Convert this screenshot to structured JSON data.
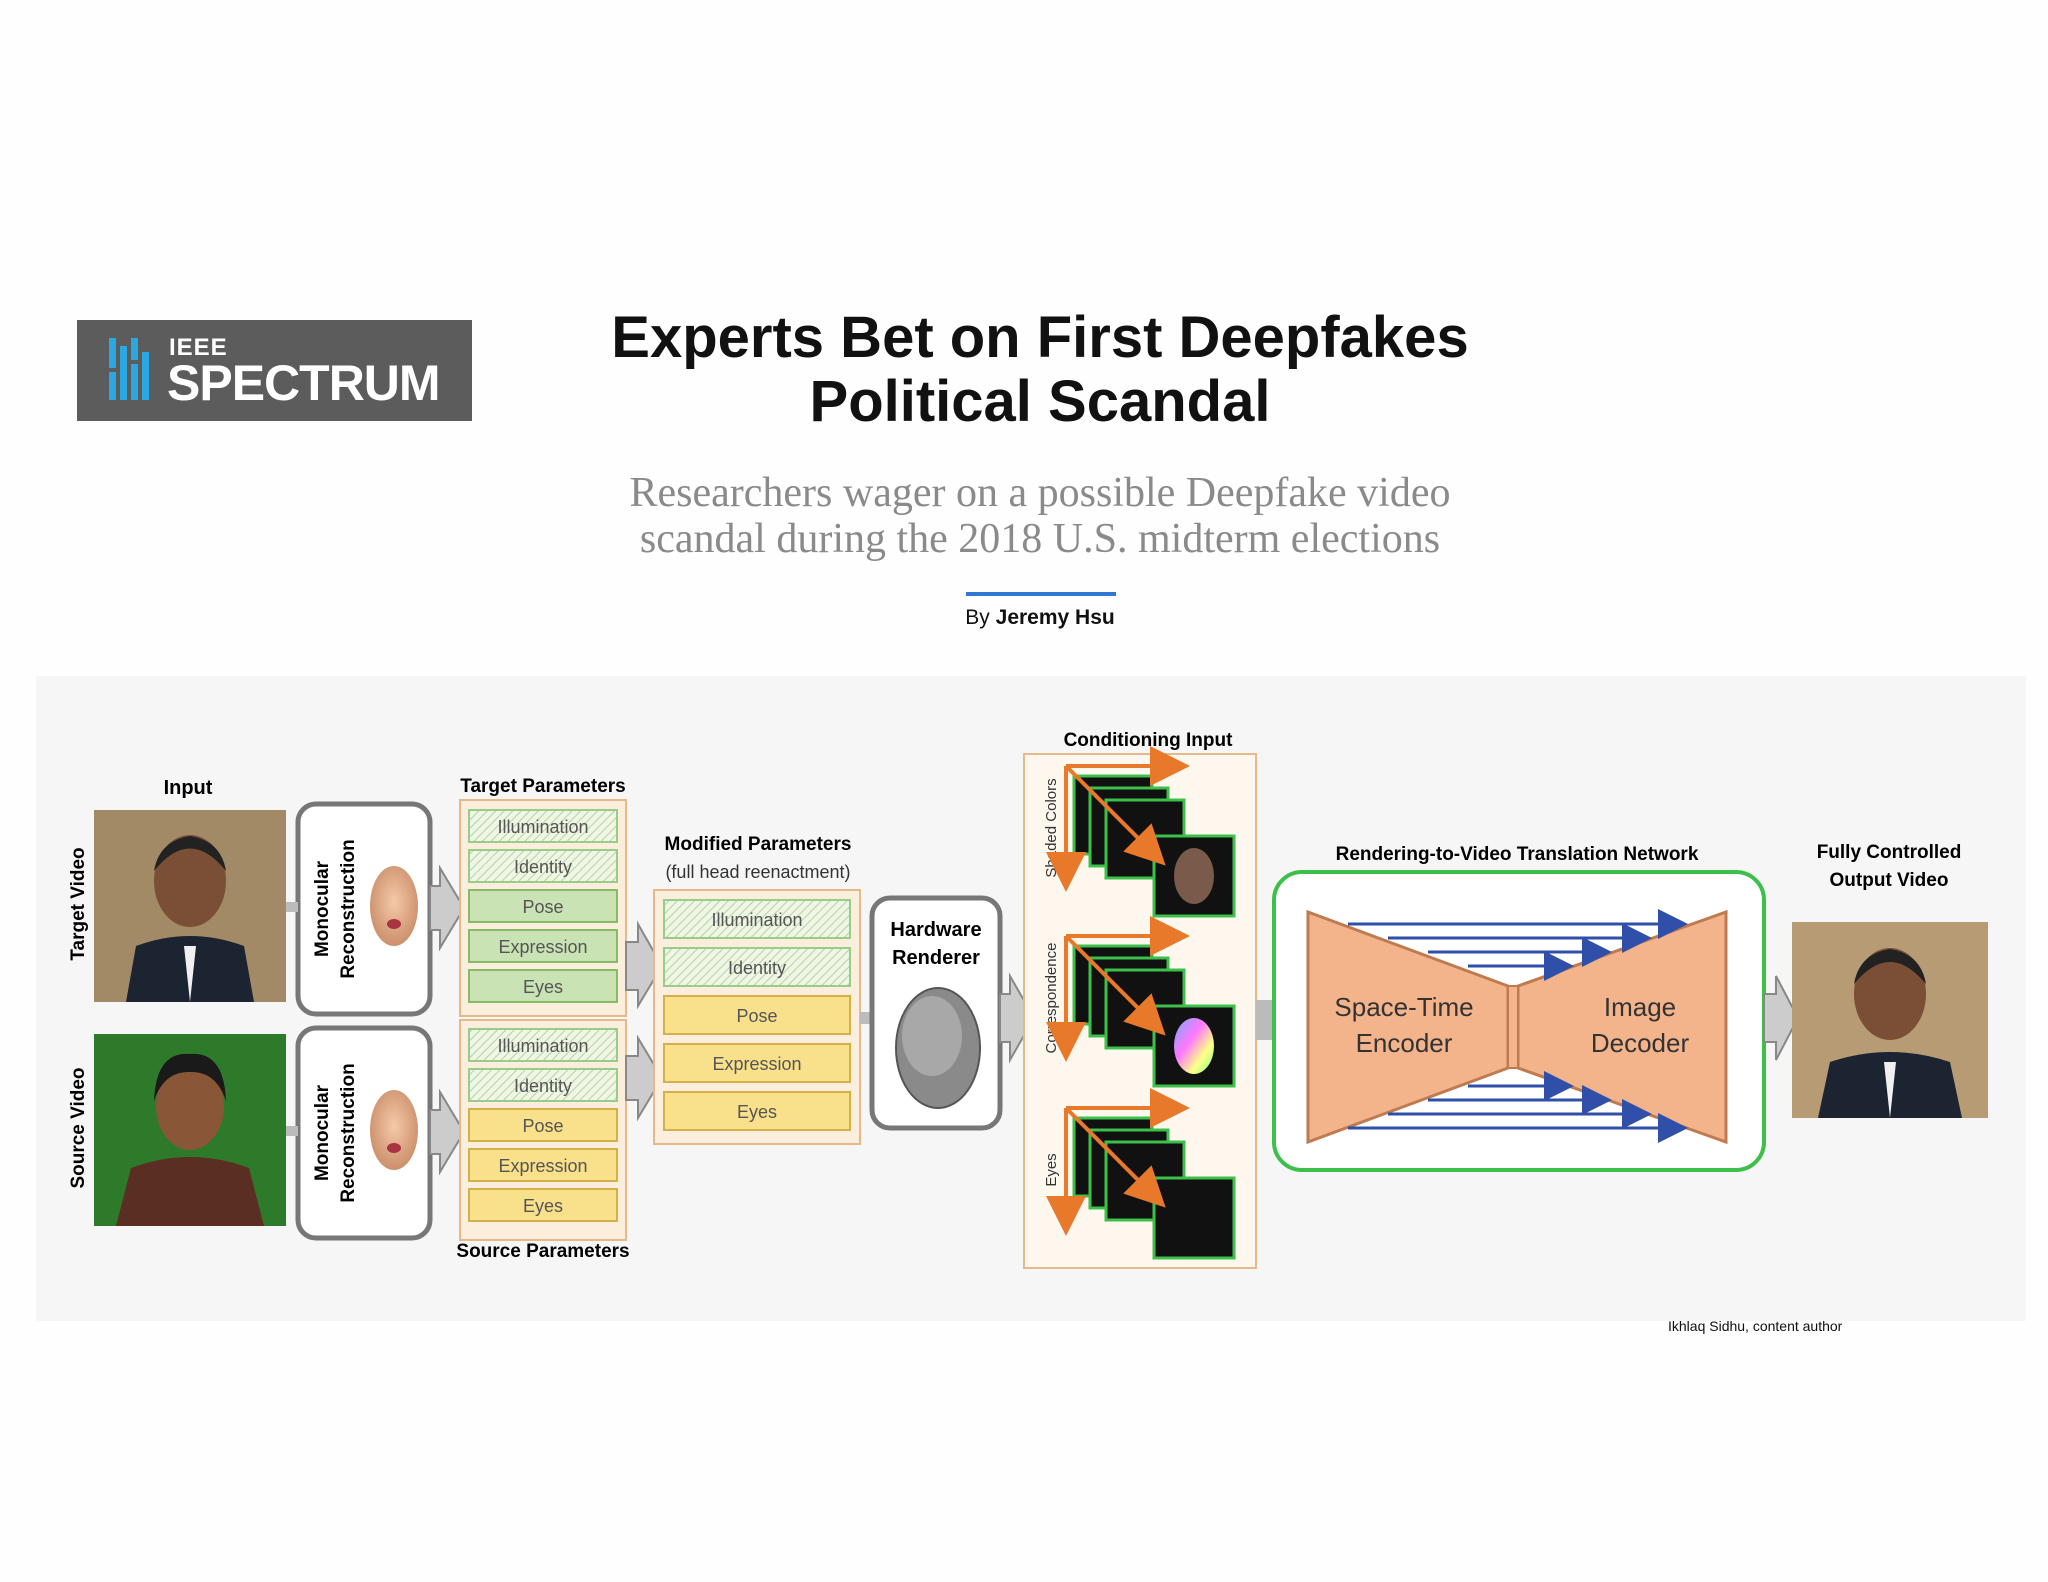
{
  "logo": {
    "line1": "IEEE",
    "line2": "SPECTRUM"
  },
  "article": {
    "headline_line1": "Experts Bet on First Deepfakes",
    "headline_line2": "Political Scandal",
    "subhead_line1": "Researchers wager on a possible Deepfake video",
    "subhead_line2": "scandal during the 2018 U.S. midterm elections",
    "byline_prefix": "By",
    "author": "Jeremy Hsu"
  },
  "diagram": {
    "input_label": "Input",
    "target_video_label": "Target Video",
    "source_video_label": "Source Video",
    "monocular_line1": "Monocular",
    "monocular_line2": "Reconstruction",
    "target_params_label": "Target Parameters",
    "source_params_label": "Source Parameters",
    "param_rows": [
      "Illumination",
      "Identity",
      "Pose",
      "Expression",
      "Eyes"
    ],
    "modified_label": "Modified Parameters",
    "modified_sublabel": "(full head reenactment)",
    "hardware_line1": "Hardware",
    "hardware_line2": "Renderer",
    "conditioning_label": "Conditioning Input",
    "conditioning_rows": [
      "Shaded Colors",
      "Correspondence",
      "Eyes"
    ],
    "network_label": "Rendering-to-Video Translation Network",
    "encoder_line1": "Space-Time",
    "encoder_line2": "Encoder",
    "decoder_line1": "Image",
    "decoder_line2": "Decoder",
    "output_line1": "Fully Controlled",
    "output_line2": "Output Video"
  },
  "credit": "Ikhlaq Sidhu, content author",
  "colors": {
    "accent_rule": "#2f7ad0",
    "logo_blue": "#2aa8e2",
    "network_border": "#3cc04a",
    "orange": "#e8782a"
  }
}
